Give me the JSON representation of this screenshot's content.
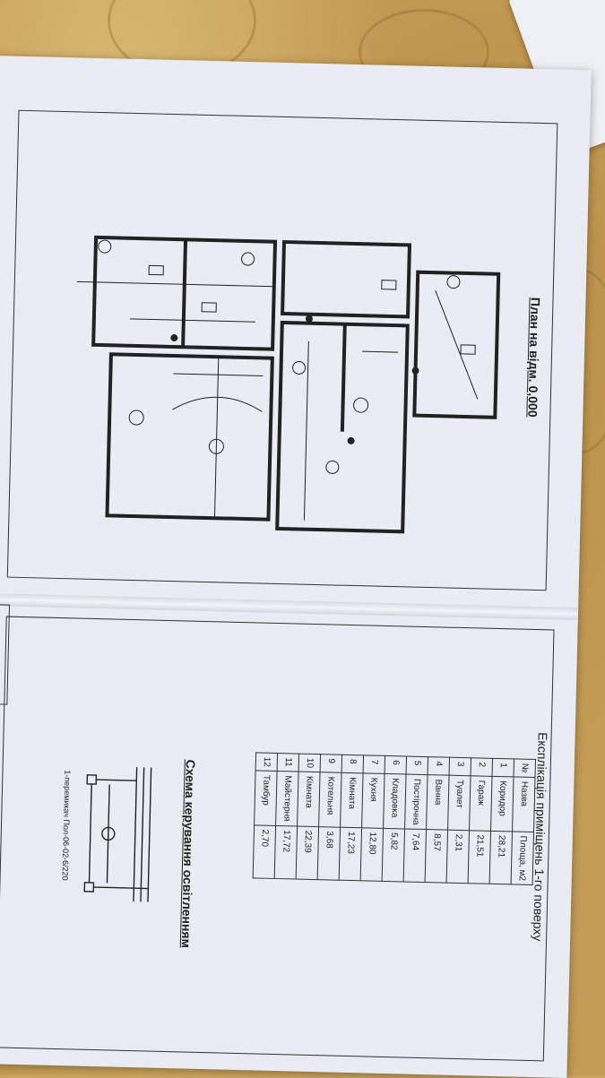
{
  "plan": {
    "title": "План на відм. 0,000"
  },
  "explication": {
    "title": "Експлікація приміщень 1-го поверху",
    "headers": [
      "№",
      "Назва",
      "Площа, м2"
    ],
    "rows": [
      [
        "1",
        "Коридор",
        "28,21"
      ],
      [
        "2",
        "Гараж",
        "21,51"
      ],
      [
        "3",
        "Туалет",
        "2,31"
      ],
      [
        "4",
        "Ванна",
        "8,57"
      ],
      [
        "5",
        "Постірочна",
        "7,64"
      ],
      [
        "6",
        "Кладовка",
        "5,82"
      ],
      [
        "7",
        "Кухня",
        "12,80"
      ],
      [
        "8",
        "Кімната",
        "17,23"
      ],
      [
        "9",
        "Котельня",
        "3,68"
      ],
      [
        "10",
        "Кімната",
        "22,39"
      ],
      [
        "11",
        "Майстерня",
        "17,72"
      ],
      [
        "12",
        "Тамбур",
        "2,70"
      ]
    ]
  },
  "scheme": {
    "title": "Схема керування освітленням",
    "note": "1-перемикач Пол-06-02-6/220"
  },
  "colors": {
    "paper": "#e9ecf2",
    "ink": "#222222",
    "fabric": "#c49c55"
  }
}
